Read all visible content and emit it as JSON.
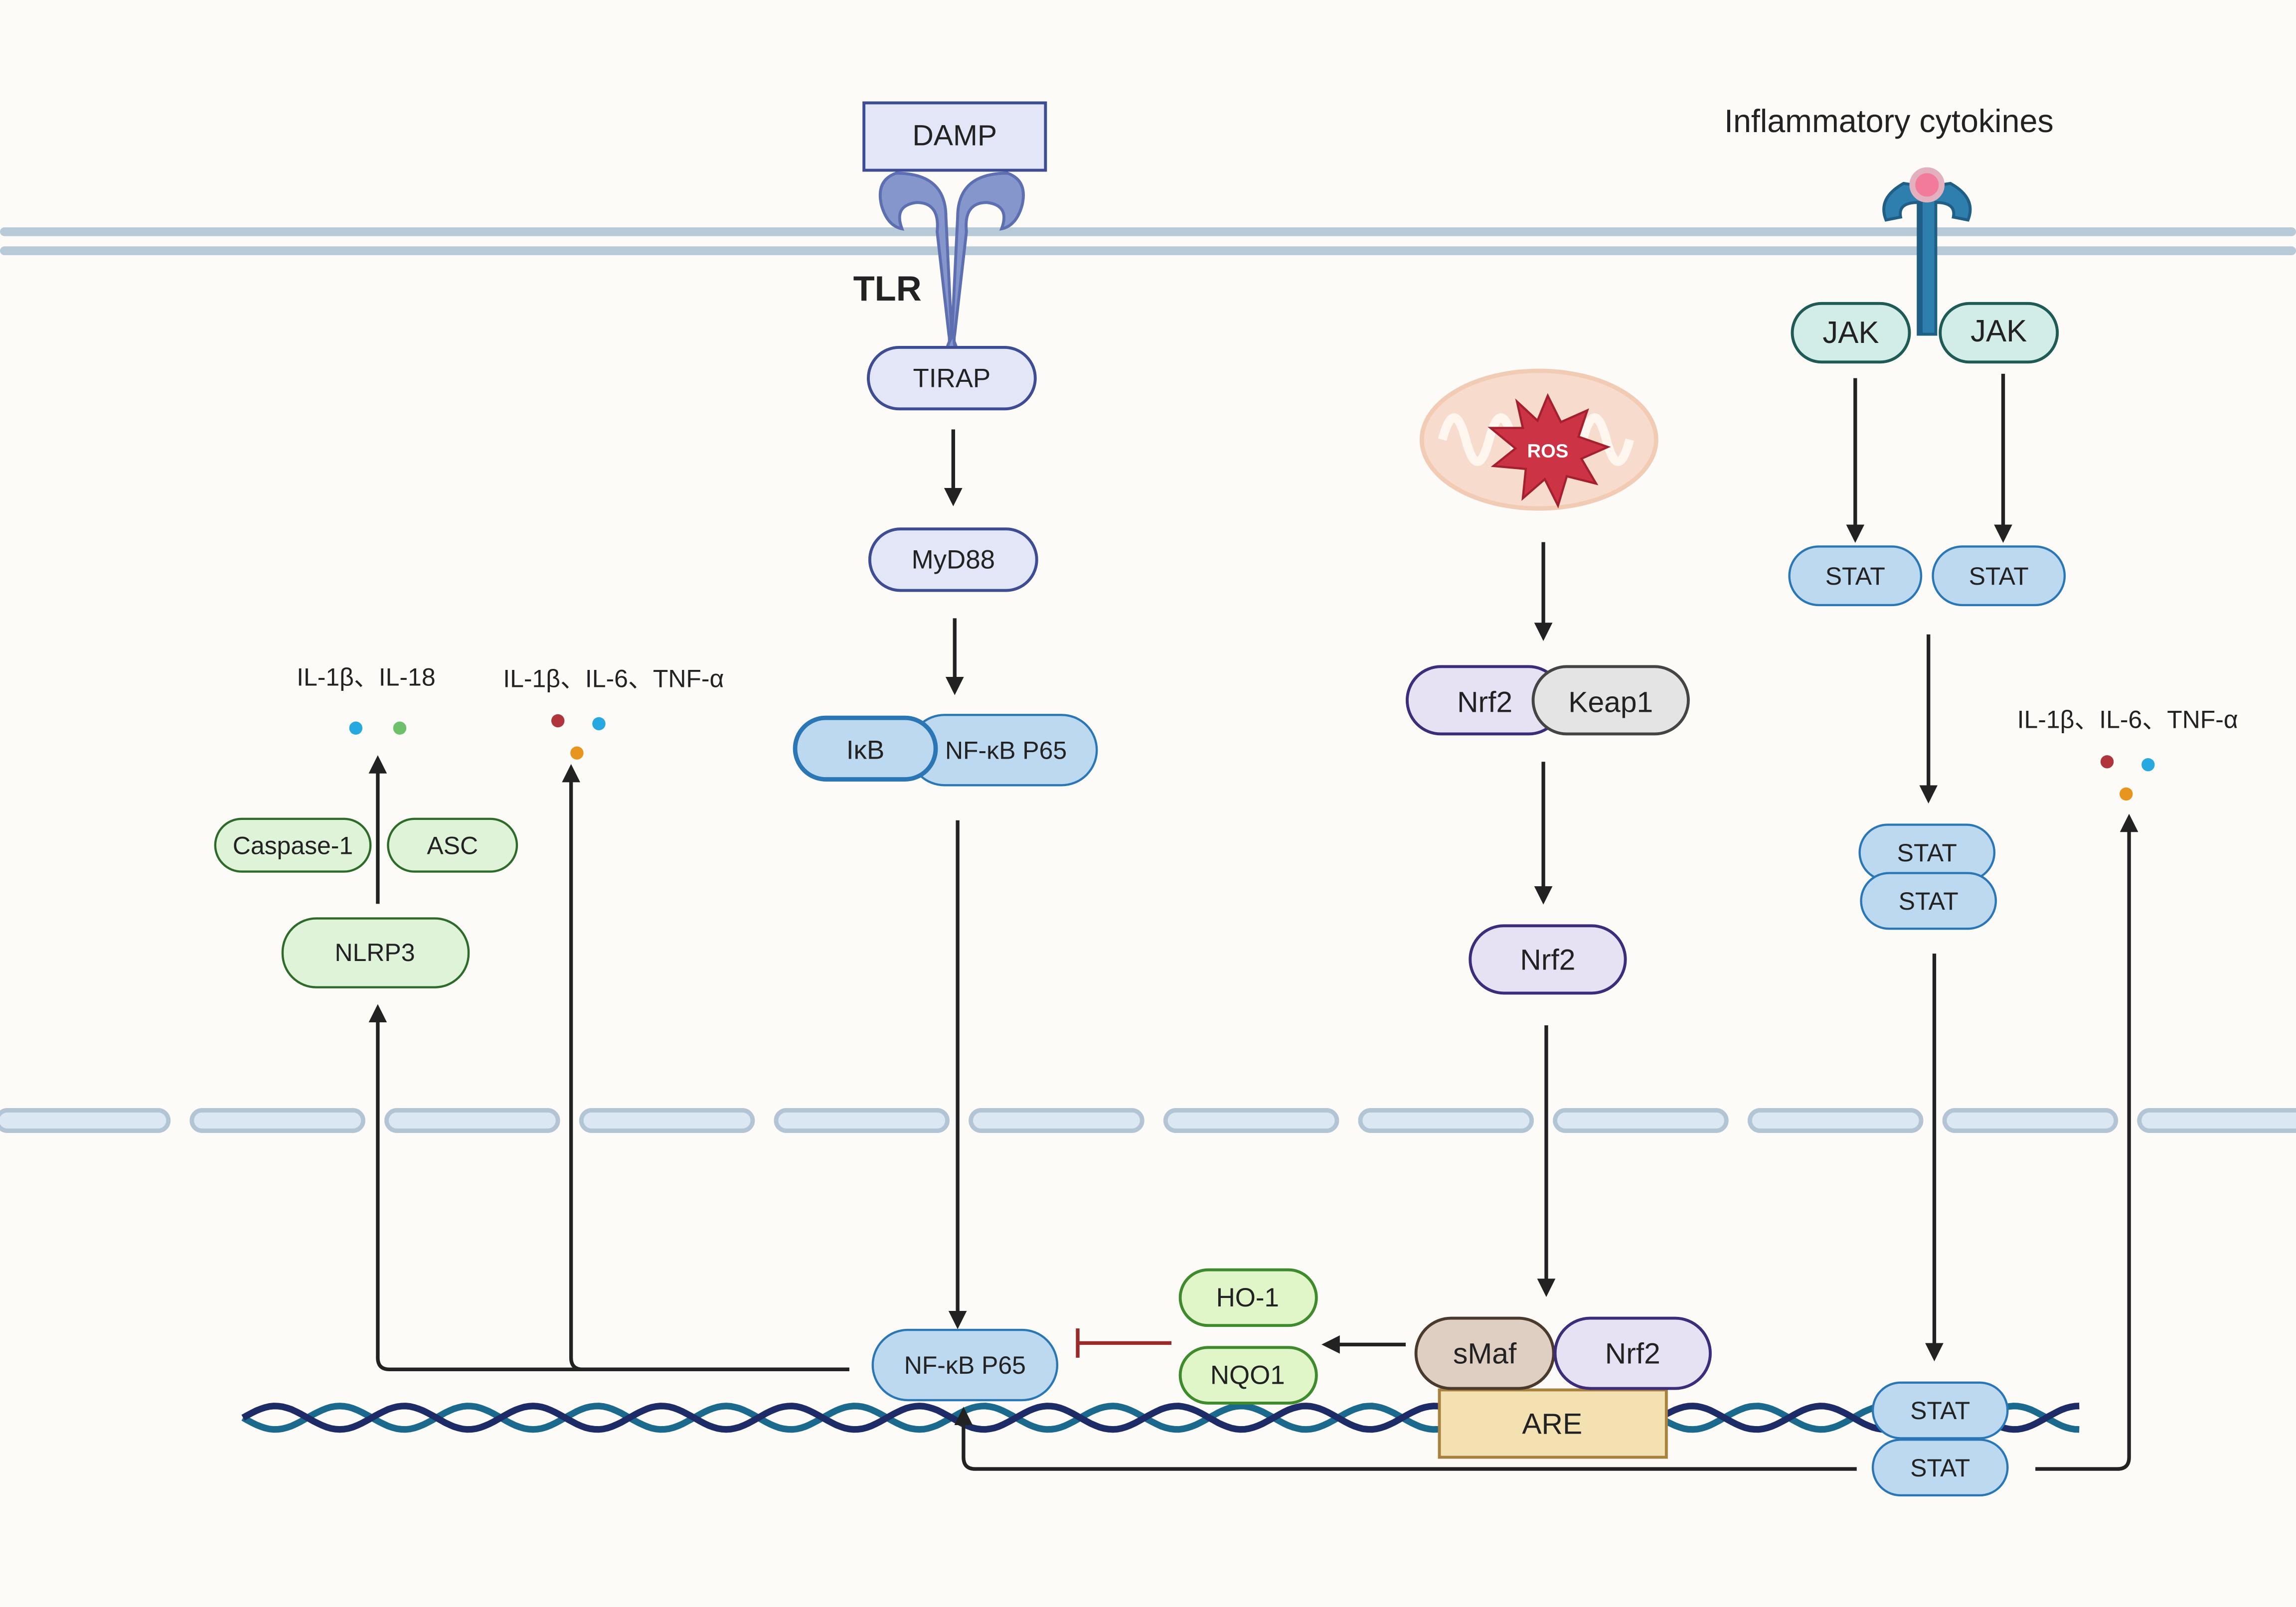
{
  "labels": {
    "inflammatory_cytokines": "Inflammatory cytokines",
    "tlr": "TLR",
    "ros": "ROS"
  },
  "nodes": {
    "damp": "DAMP",
    "tirap": "TIRAP",
    "myd88": "MyD88",
    "ikb": "IκB",
    "nfkb_cyto": "NF-κB P65",
    "nfkb_nuc": "NF-κB P65",
    "nrf2_keap": "Nrf2",
    "keap1": "Keap1",
    "nrf2_cyto": "Nrf2",
    "nrf2_nuc": "Nrf2",
    "smaf": "sMaf",
    "are": "ARE",
    "ho1": "HO-1",
    "nqo1": "NQO1",
    "nlrp3": "NLRP3",
    "caspase1": "Caspase-1",
    "asc": "ASC",
    "jak_left": "JAK",
    "jak_right": "JAK",
    "stat_left": "STAT",
    "stat_right": "STAT",
    "stat_dimer_top": "STAT",
    "stat_dimer_bottom": "STAT",
    "stat_nuc_top": "STAT",
    "stat_nuc_bottom": "STAT"
  },
  "cytokines": {
    "il1b_il18": "IL-1β、IL-18",
    "nlrp_path_group": "IL-1β、IL-6、TNF-α",
    "stat_path_group": "IL-1β、IL-6、TNF-α"
  },
  "colors": {
    "background": "#fcfbf7",
    "membrane": "#b8c9d8",
    "arrow": "#222222",
    "inhibit": "#9a2a2a",
    "tlr_receptor": "#8596cc",
    "cytokine_receptor": "#2f7fae",
    "ros_star": "#cc3344",
    "mitochondria": "#f6d8c8",
    "dna_dark": "#1d2b66",
    "dna_light": "#1b6a8e"
  }
}
